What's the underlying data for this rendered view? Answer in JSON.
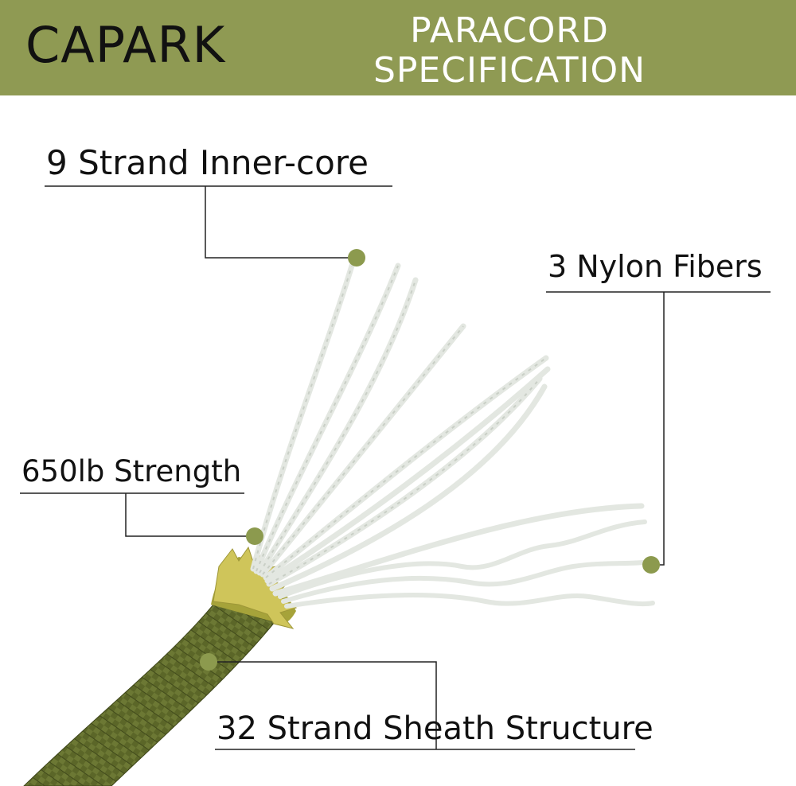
{
  "header": {
    "brand": "CAPARK",
    "title_line1": "PARACORD",
    "title_line2": "SPECIFICATION"
  },
  "callouts": {
    "inner_core": "9 Strand Inner-core",
    "nylon_fibers": "3 Nylon Fibers",
    "strength": "650lb Strength",
    "sheath": "32 Strand Sheath Structure"
  },
  "colors": {
    "header_bg": "#8f9a53",
    "callout_dot": "#8c9a4e",
    "cord_sheath": "#5e6a2a",
    "cord_frayed": "#c9c046",
    "fiber": "#e4e8e2"
  }
}
